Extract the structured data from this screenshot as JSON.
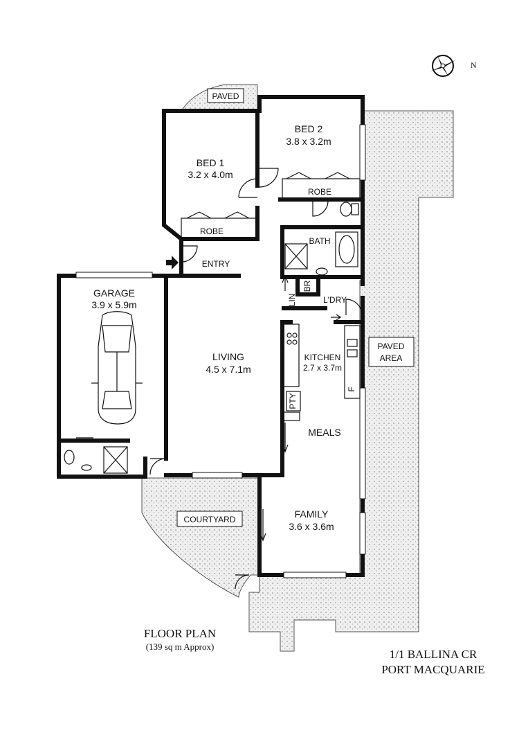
{
  "rooms": {
    "paved_top": "PAVED",
    "bed1_name": "BED 1",
    "bed1_size": "3.2 x 4.0m",
    "bed2_name": "BED 2",
    "bed2_size": "3.8 x 3.2m",
    "robe1": "ROBE",
    "robe2": "ROBE",
    "bath": "BATH",
    "entry": "ENTRY",
    "garage_name": "GARAGE",
    "garage_size": "3.9 x 5.9m",
    "lin": "LIN",
    "br": "BR",
    "ldry": "L'DRY",
    "living_name": "LIVING",
    "living_size": "4.5 x 7.1m",
    "kitchen_name": "KITCHEN",
    "kitchen_size": "2.7 x 3.7m",
    "pty": "PTY",
    "fridge": "F",
    "paved_area_1": "PAVED",
    "paved_area_2": "AREA",
    "meals": "MEALS",
    "courtyard": "COURTYARD",
    "family_name": "FAMILY",
    "family_size": "3.6 x 3.6m"
  },
  "compass_label": "N",
  "caption": {
    "title": "FLOOR PLAN",
    "area": "(139 sq m Approx)"
  },
  "address": {
    "line1": "1/1 BALLINA CR",
    "line2": "PORT MACQUARIE"
  }
}
